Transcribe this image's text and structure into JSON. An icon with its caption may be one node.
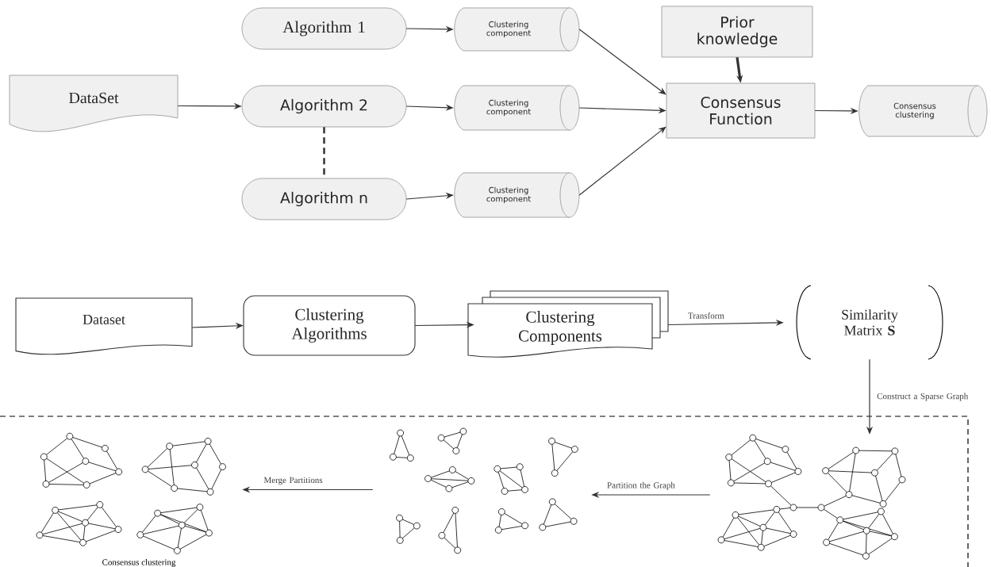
{
  "diagram": {
    "nodes": [
      {
        "text": [
          "DataSet"
        ]
      },
      {
        "text": [
          "Algorithm 1"
        ]
      },
      {
        "text": [
          "Algorithm 2"
        ]
      },
      {
        "text": [
          "Algorithm n"
        ]
      },
      {
        "text": [
          "Clustering component"
        ]
      },
      {
        "text": [
          "Clustering component"
        ]
      },
      {
        "text": [
          "Clustering component"
        ]
      },
      {
        "text": [
          "Prior knowledge"
        ]
      },
      {
        "text": [
          "Consensus Function"
        ]
      },
      {
        "text": [
          "Consensus clustering"
        ]
      },
      {
        "text": [
          "Dataset"
        ]
      },
      {
        "text": [
          "Clustering Algorithms"
        ]
      },
      {
        "text": [
          "Clustering Components"
        ]
      },
      {
        "text": [
          "Similarity Matrix **S**"
        ]
      },
      {
        "text": [],
        "shape": "picture",
        "beside": [
          "Consensus clustering"
        ]
      },
      {
        "text": [],
        "shape": "picture"
      },
      {
        "text": [],
        "shape": "picture"
      }
    ],
    "edges": [
      {
        "from": 0,
        "to": 2,
        "arrow": "to"
      },
      {
        "from": 1,
        "to": 4,
        "arrow": "to"
      },
      {
        "from": 2,
        "to": 5,
        "arrow": "to"
      },
      {
        "from": 3,
        "to": 6,
        "arrow": "to"
      },
      {
        "from": 2,
        "to": 3,
        "arrow": "none",
        "style": "dashed"
      },
      {
        "from": 4,
        "to": 8,
        "arrow": "to"
      },
      {
        "from": 5,
        "to": 8,
        "arrow": "to"
      },
      {
        "from": 6,
        "to": 8,
        "arrow": "to"
      },
      {
        "from": 7,
        "to": 8,
        "arrow": "to",
        "style": "thick"
      },
      {
        "from": 8,
        "to": 9,
        "arrow": "to"
      },
      {
        "from": 10,
        "to": 11,
        "arrow": "to"
      },
      {
        "from": 11,
        "to": 12,
        "arrow": "to"
      },
      {
        "from": 12,
        "to": 13,
        "arrow": "to",
        "label": "Transform"
      },
      {
        "from": 13,
        "to": 16,
        "arrow": "to",
        "label": "Construct a Sparse Graph"
      },
      {
        "from": 16,
        "to": 15,
        "arrow": "to",
        "label": "Partition the Graph"
      },
      {
        "from": 15,
        "to": 14,
        "arrow": "to",
        "label": "Merge Partitions"
      }
    ]
  }
}
